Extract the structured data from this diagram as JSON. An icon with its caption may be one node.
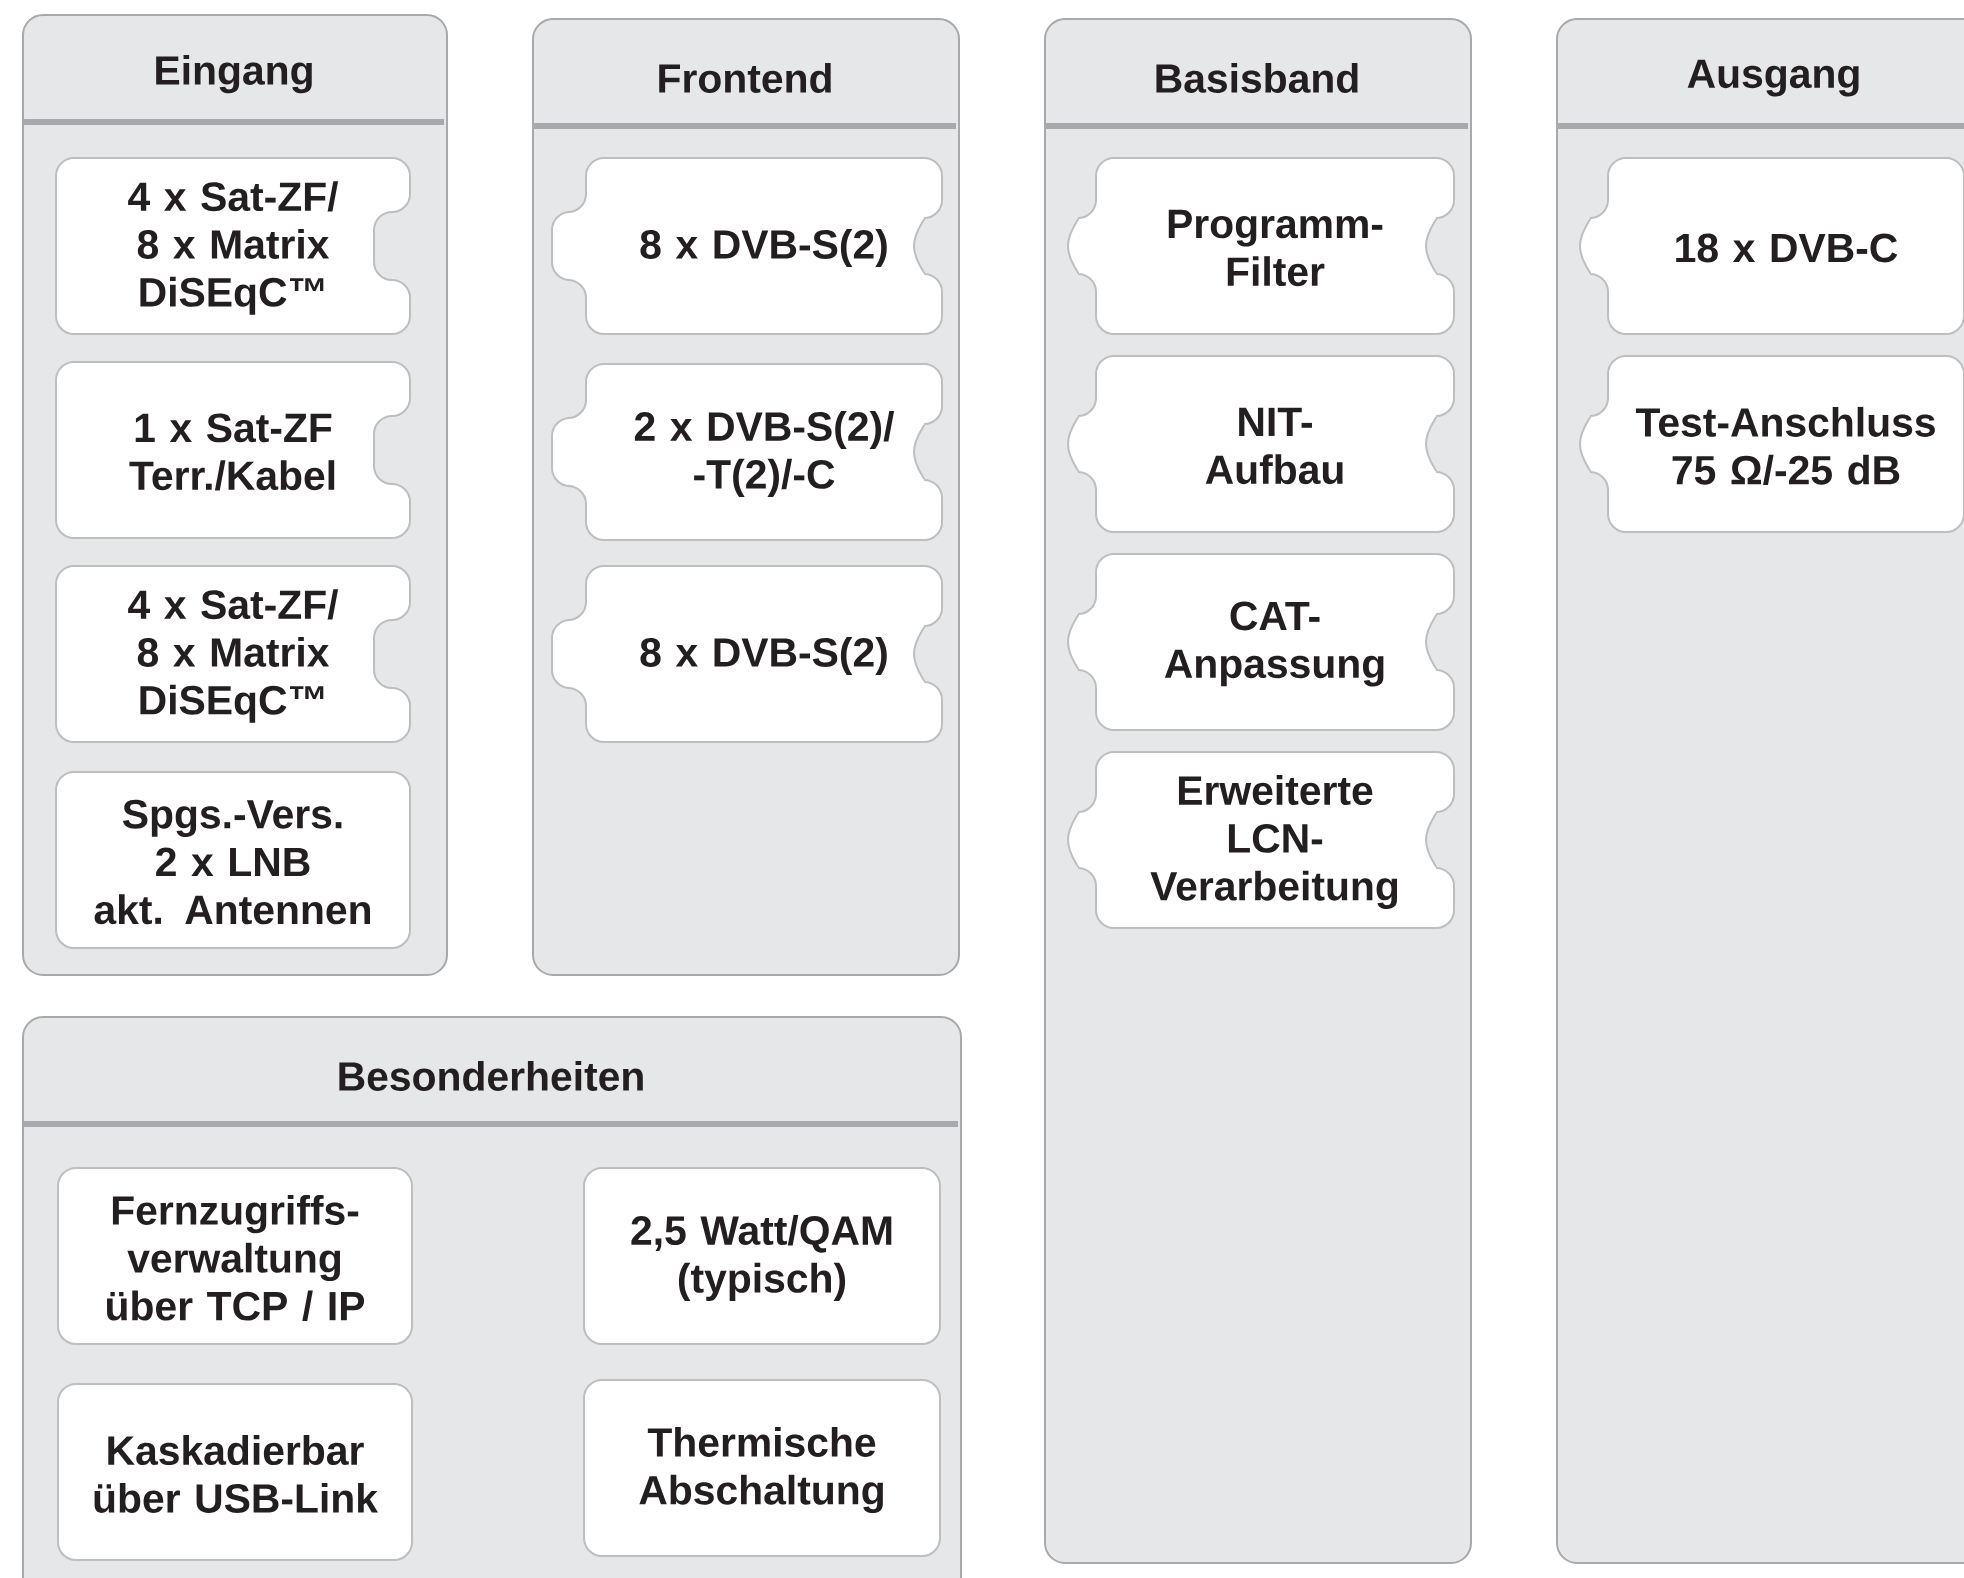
{
  "diagram": {
    "nodes": [
      {
        "text": [
          "Eingang"
        ]
      },
      {
        "text": [
          "4 x Sat-ZF/ 8 x Matrix DiSEqC™"
        ],
        "in": 0
      },
      {
        "text": [
          "1 x Sat-ZF Terr./Kabel"
        ],
        "in": 0
      },
      {
        "text": [
          "4 x Sat-ZF/ 8 x Matrix DiSEqC™"
        ],
        "in": 0
      },
      {
        "text": [
          "Spgs.-Vers. 2 x LNB akt. Antennen"
        ],
        "in": 0
      },
      {
        "text": [
          "Frontend"
        ]
      },
      {
        "text": [
          "8 x DVB-S(2)"
        ],
        "in": 5
      },
      {
        "text": [
          "2 x DVB-S(2)/ -T(2)/-C"
        ],
        "in": 5
      },
      {
        "text": [
          "8 x DVB-S(2)"
        ],
        "in": 5
      },
      {
        "text": [
          "Basisband"
        ]
      },
      {
        "text": [
          "Programm- Filter"
        ],
        "in": 9
      },
      {
        "text": [
          "NIT- Aufbau"
        ],
        "in": 9
      },
      {
        "text": [
          "CAT- Anpassung"
        ],
        "in": 9
      },
      {
        "text": [
          "Erweiterte LCN- Verarbeitung"
        ],
        "in": 9
      },
      {
        "text": [
          "Ausgang"
        ]
      },
      {
        "text": [
          "18 x DVB-C"
        ],
        "in": 14
      },
      {
        "text": [
          "Test-Anschluss 75 Ω/-25 dB"
        ],
        "in": 14
      },
      {
        "text": [
          "Besonderheiten"
        ]
      },
      {
        "text": [
          "Fernzugriffs- verwaltung über TCP / IP"
        ],
        "in": 17
      },
      {
        "text": [
          "2,5 Watt/QAM (typisch)"
        ],
        "in": 17
      },
      {
        "text": [
          "Kaskadierbar über USB-Link"
        ],
        "in": 17
      },
      {
        "text": [
          "Thermische Abschaltung"
        ],
        "in": 17
      }
    ]
  }
}
